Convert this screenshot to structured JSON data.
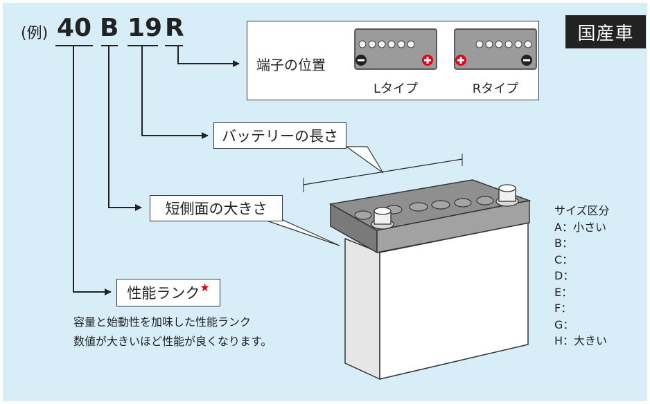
{
  "badge": "国産車",
  "code": {
    "prefix": "(例)",
    "parts": [
      "40",
      "B",
      "19",
      "R"
    ]
  },
  "terminal": {
    "title": "端子の位置",
    "left_label": "Lタイプ",
    "right_label": "Rタイプ"
  },
  "labels": {
    "length": "バッテリーの長さ",
    "short_side": "短側面の大きさ",
    "performance": "性能ランク",
    "star": "★"
  },
  "description": [
    "容量と始動性を加味した性能ランク",
    "数値が大きいほど性能が良くなります。"
  ],
  "size_class": {
    "title": "サイズ区分",
    "items": [
      "A：小さい",
      "B：",
      "C：",
      "D：",
      "E：",
      "F：",
      "G：",
      "H：大きい"
    ]
  },
  "colors": {
    "background": "#d7eef9",
    "badge": "#222222",
    "positive": "#e60012",
    "negative": "#222222",
    "battery_top": "#8f8f8f"
  }
}
